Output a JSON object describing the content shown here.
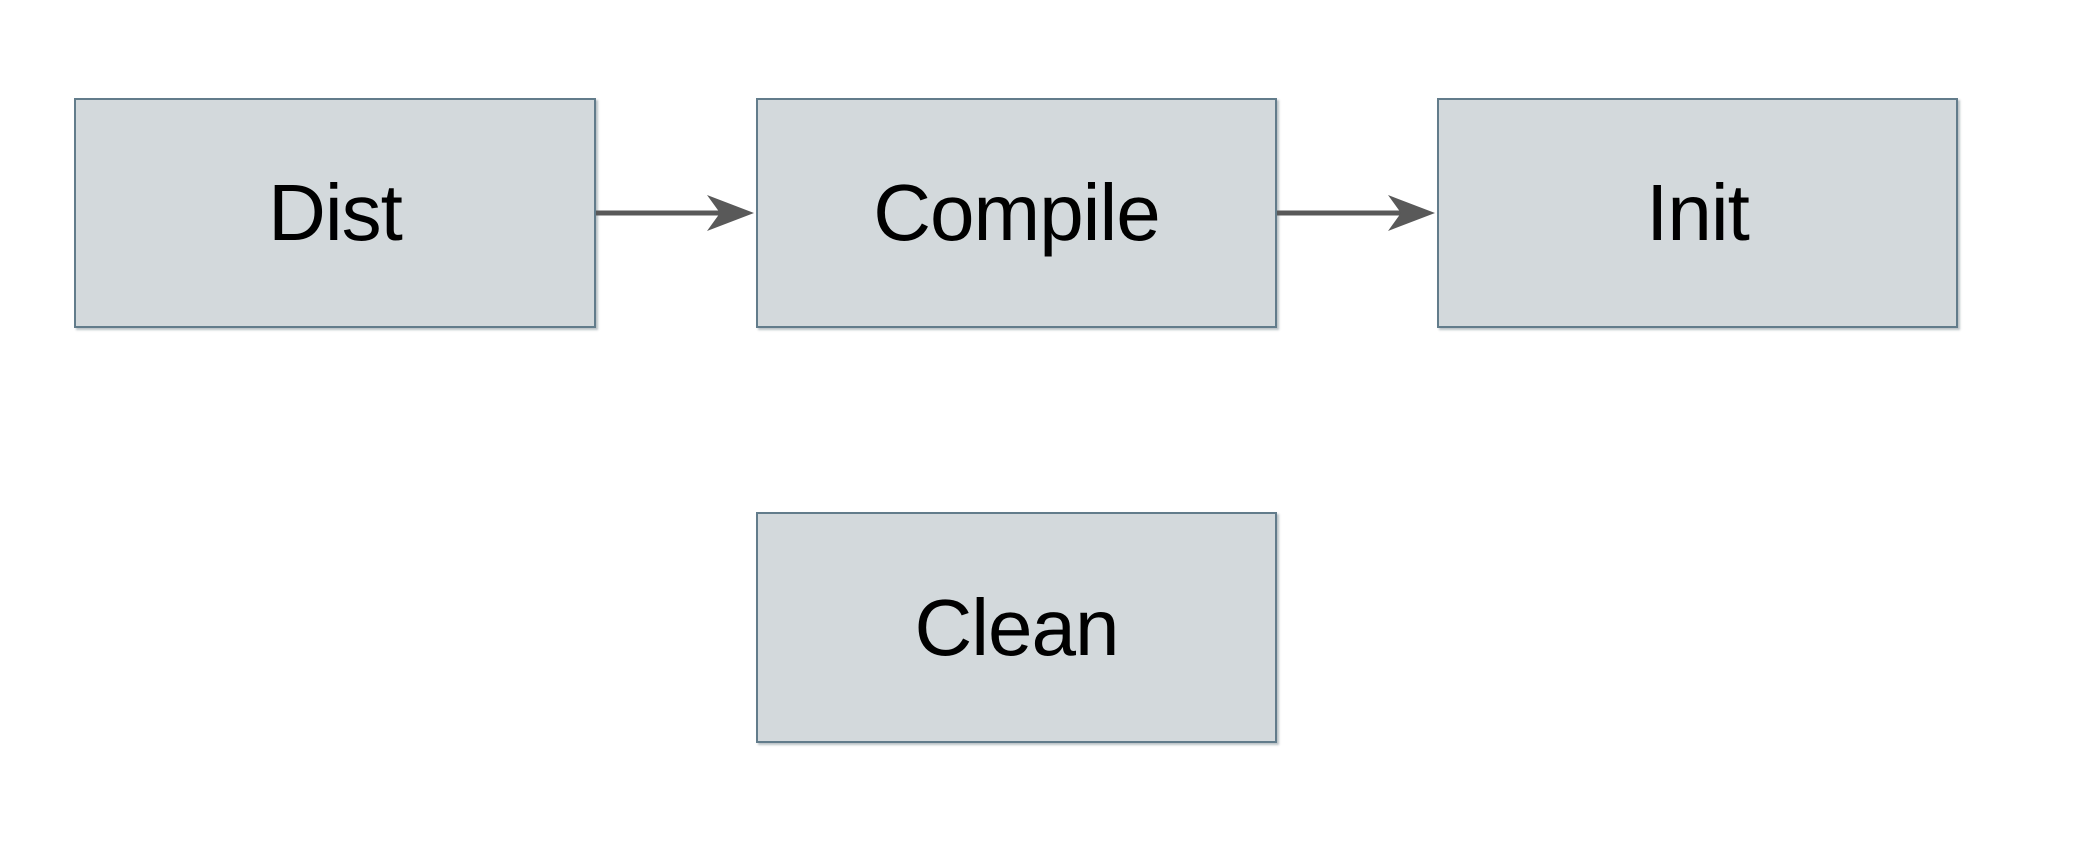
{
  "diagram": {
    "colors": {
      "canvas_bg": "#ffffff",
      "node_fill": "#d3d9dc",
      "node_border": "#627c8b",
      "arrow_color": "#595959",
      "text_color": "#000000"
    },
    "nodes": [
      {
        "id": "dist",
        "label": "Dist"
      },
      {
        "id": "compile",
        "label": "Compile"
      },
      {
        "id": "init",
        "label": "Init"
      },
      {
        "id": "clean",
        "label": "Clean"
      }
    ],
    "edges": [
      {
        "from": "Dist",
        "to": "Compile",
        "direction": "right"
      },
      {
        "from": "Compile",
        "to": "Init",
        "direction": "right"
      }
    ]
  }
}
